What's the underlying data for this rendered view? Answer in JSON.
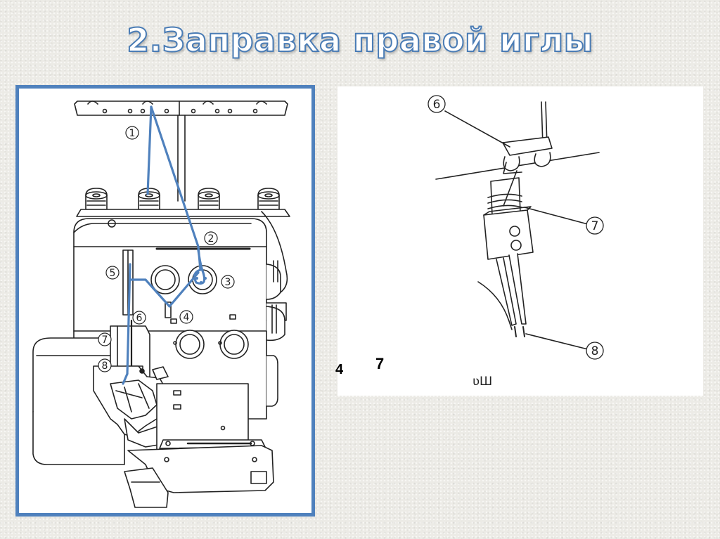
{
  "slide": {
    "title": "2.Заправка правой иглы"
  },
  "left_diagram": {
    "callouts": [
      "1",
      "2",
      "3",
      "4",
      "5",
      "6",
      "7",
      "8"
    ],
    "thread_color": "#4f81bd",
    "frame_color": "#4f81bd"
  },
  "right_diagram": {
    "callouts": [
      "6",
      "7",
      "8"
    ],
    "step_marks": [
      "4",
      "7"
    ],
    "fragment_text": "ʋШ"
  }
}
